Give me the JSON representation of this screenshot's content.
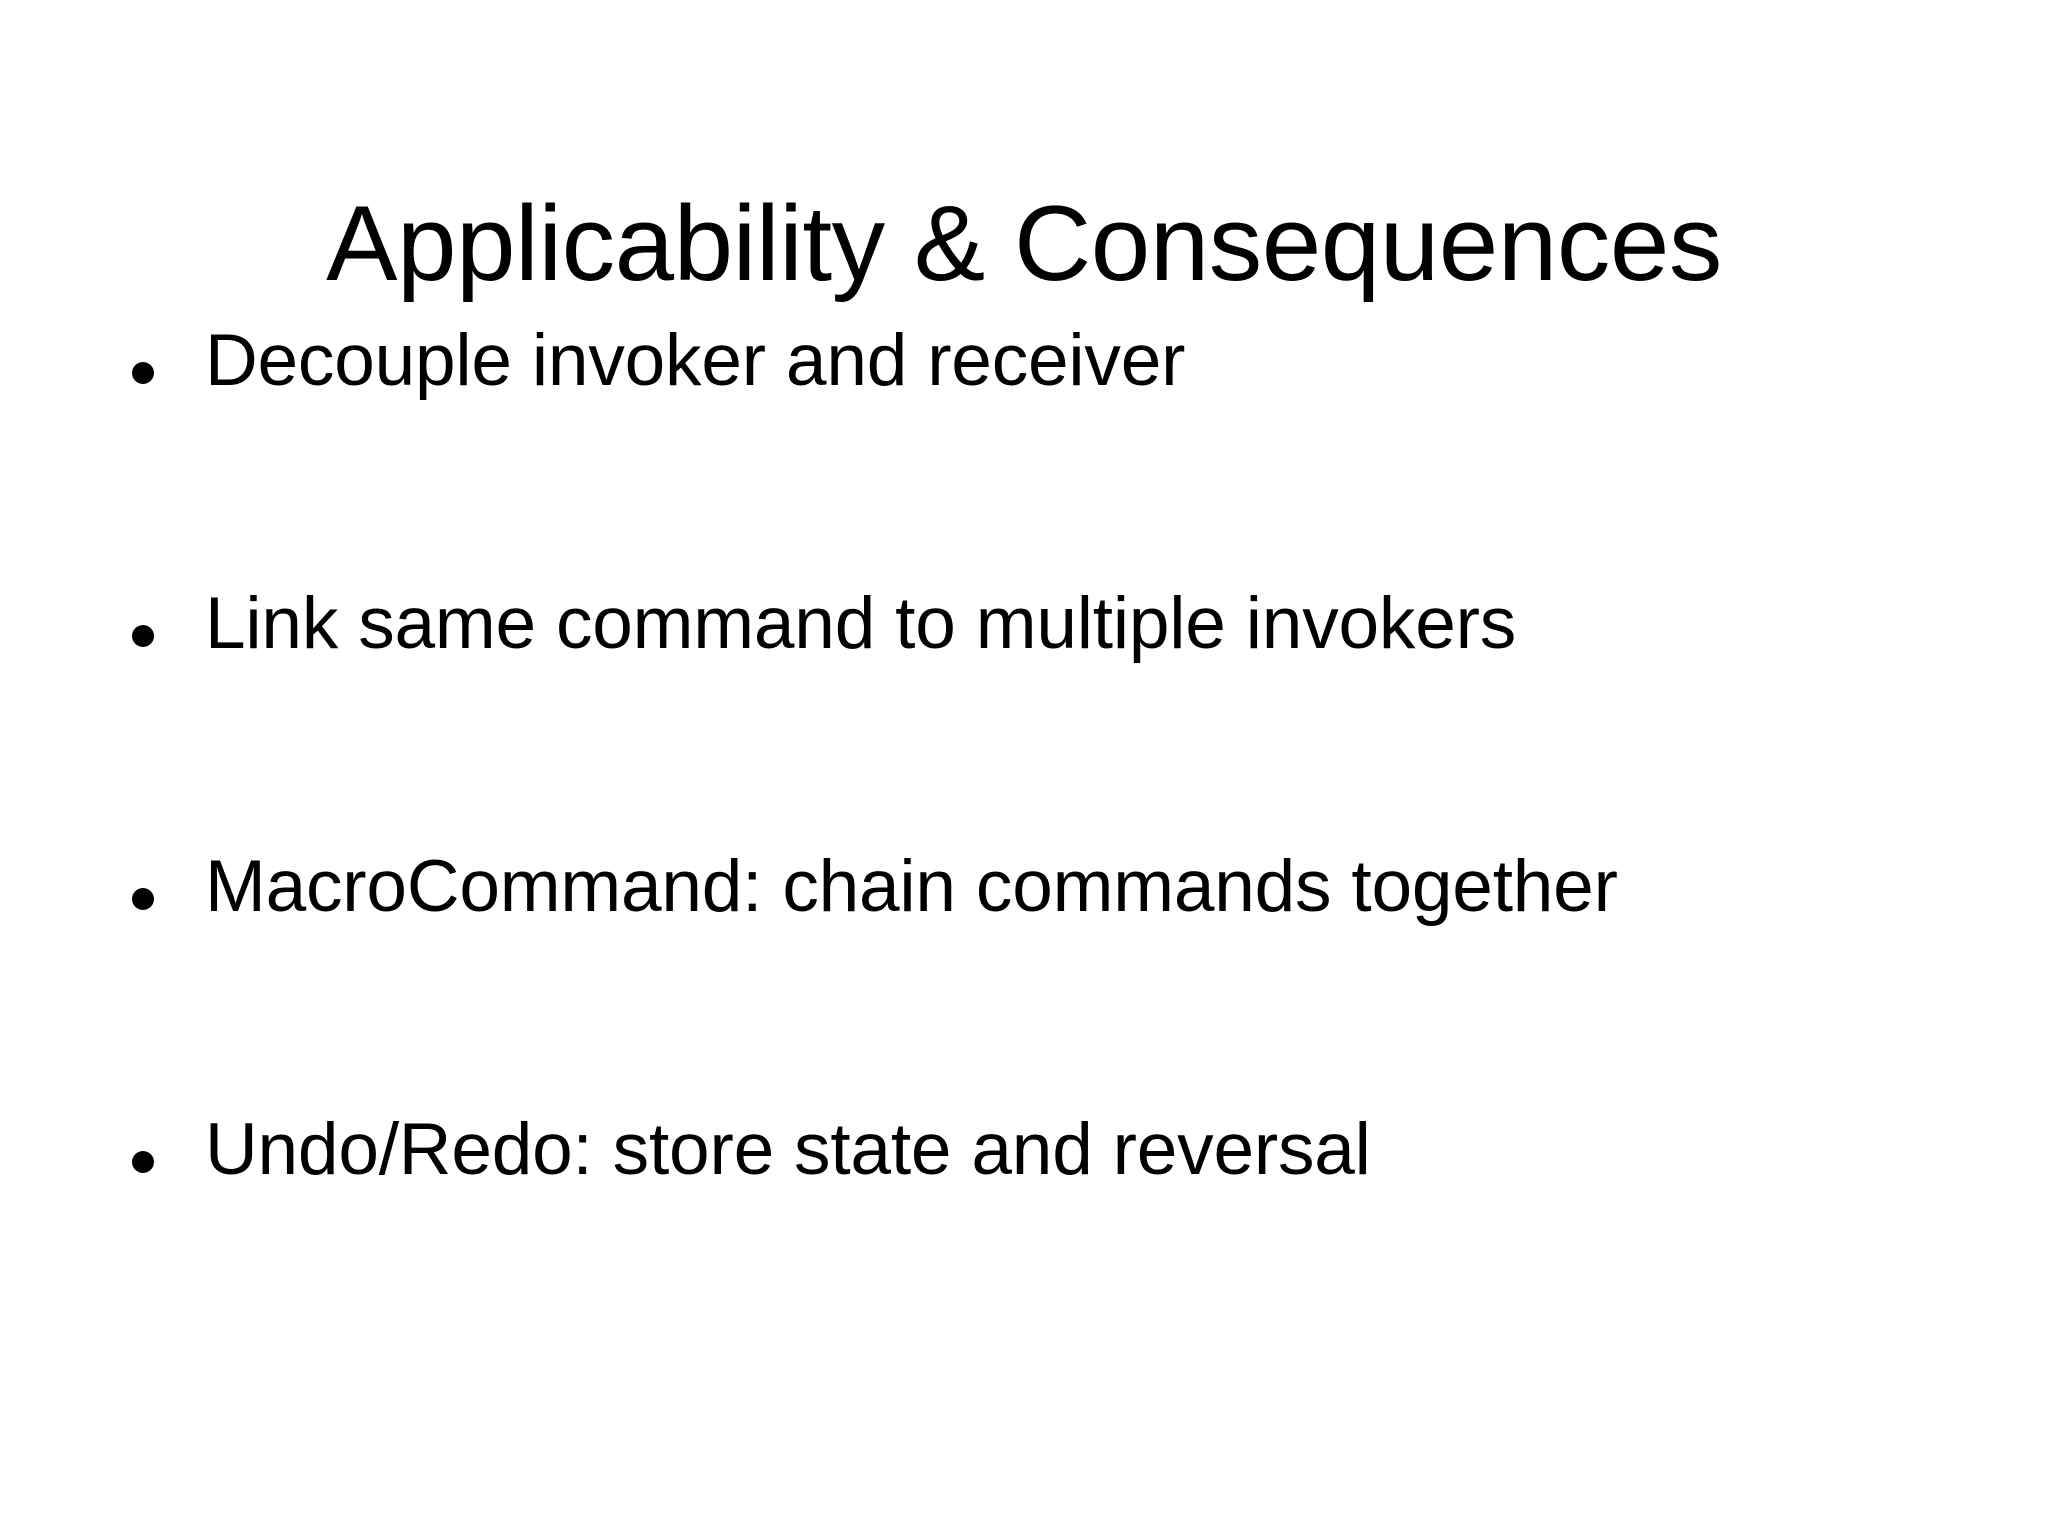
{
  "slide": {
    "background_color": "#FFFFFF",
    "text_color": "#000000",
    "title": "Applicability & Consequences",
    "bullet_glyph": "•",
    "bullets": [
      {
        "text": "Decouple invoker and receiver"
      },
      {
        "text": "Link same command to multiple invokers"
      },
      {
        "text": "MacroCommand: chain commands together"
      },
      {
        "text": "Undo/Redo: store state and reversal"
      }
    ]
  }
}
